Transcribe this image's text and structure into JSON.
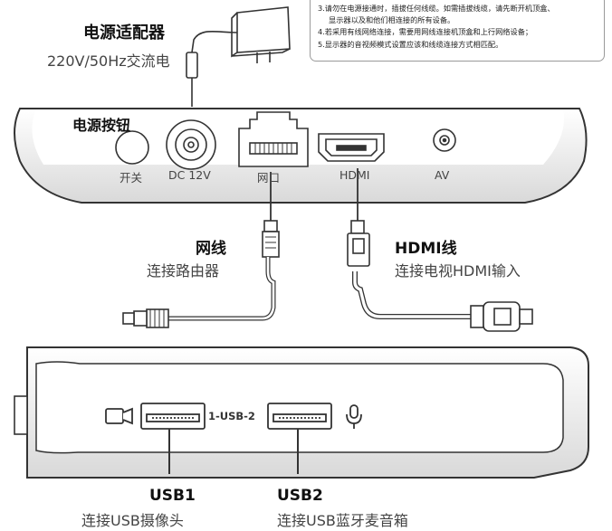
{
  "notes": [
    "3.请勿在电源接通时，插拔任何线缆。如需插拔线缆，请先断开机顶盒、",
    "显示器以及和他们相连接的所有设备。",
    "4.若采用有线网络连接，需要用网线连接机顶盒和上行网络设备；",
    "5.显示器的音视频模式设置应该和线缆连接方式相匹配。"
  ],
  "adapter": {
    "title": "电源适配器",
    "spec": "220V/50Hz交流电"
  },
  "power_button_title": "电源按钮",
  "ports": {
    "switch": "开关",
    "dc": "DC 12V",
    "lan": "网口",
    "hdmi": "HDMI",
    "av": "AV"
  },
  "network_cable": {
    "title": "网线",
    "desc": "连接路由器"
  },
  "hdmi_cable": {
    "title": "HDMI线",
    "desc": "连接电视HDMI输入"
  },
  "usb_middle_label": "1-USB-2",
  "usb1": {
    "title": "USB1",
    "desc": "连接USB摄像头"
  },
  "usb2": {
    "title": "USB2",
    "desc": "连接USB蓝牙麦音箱"
  }
}
